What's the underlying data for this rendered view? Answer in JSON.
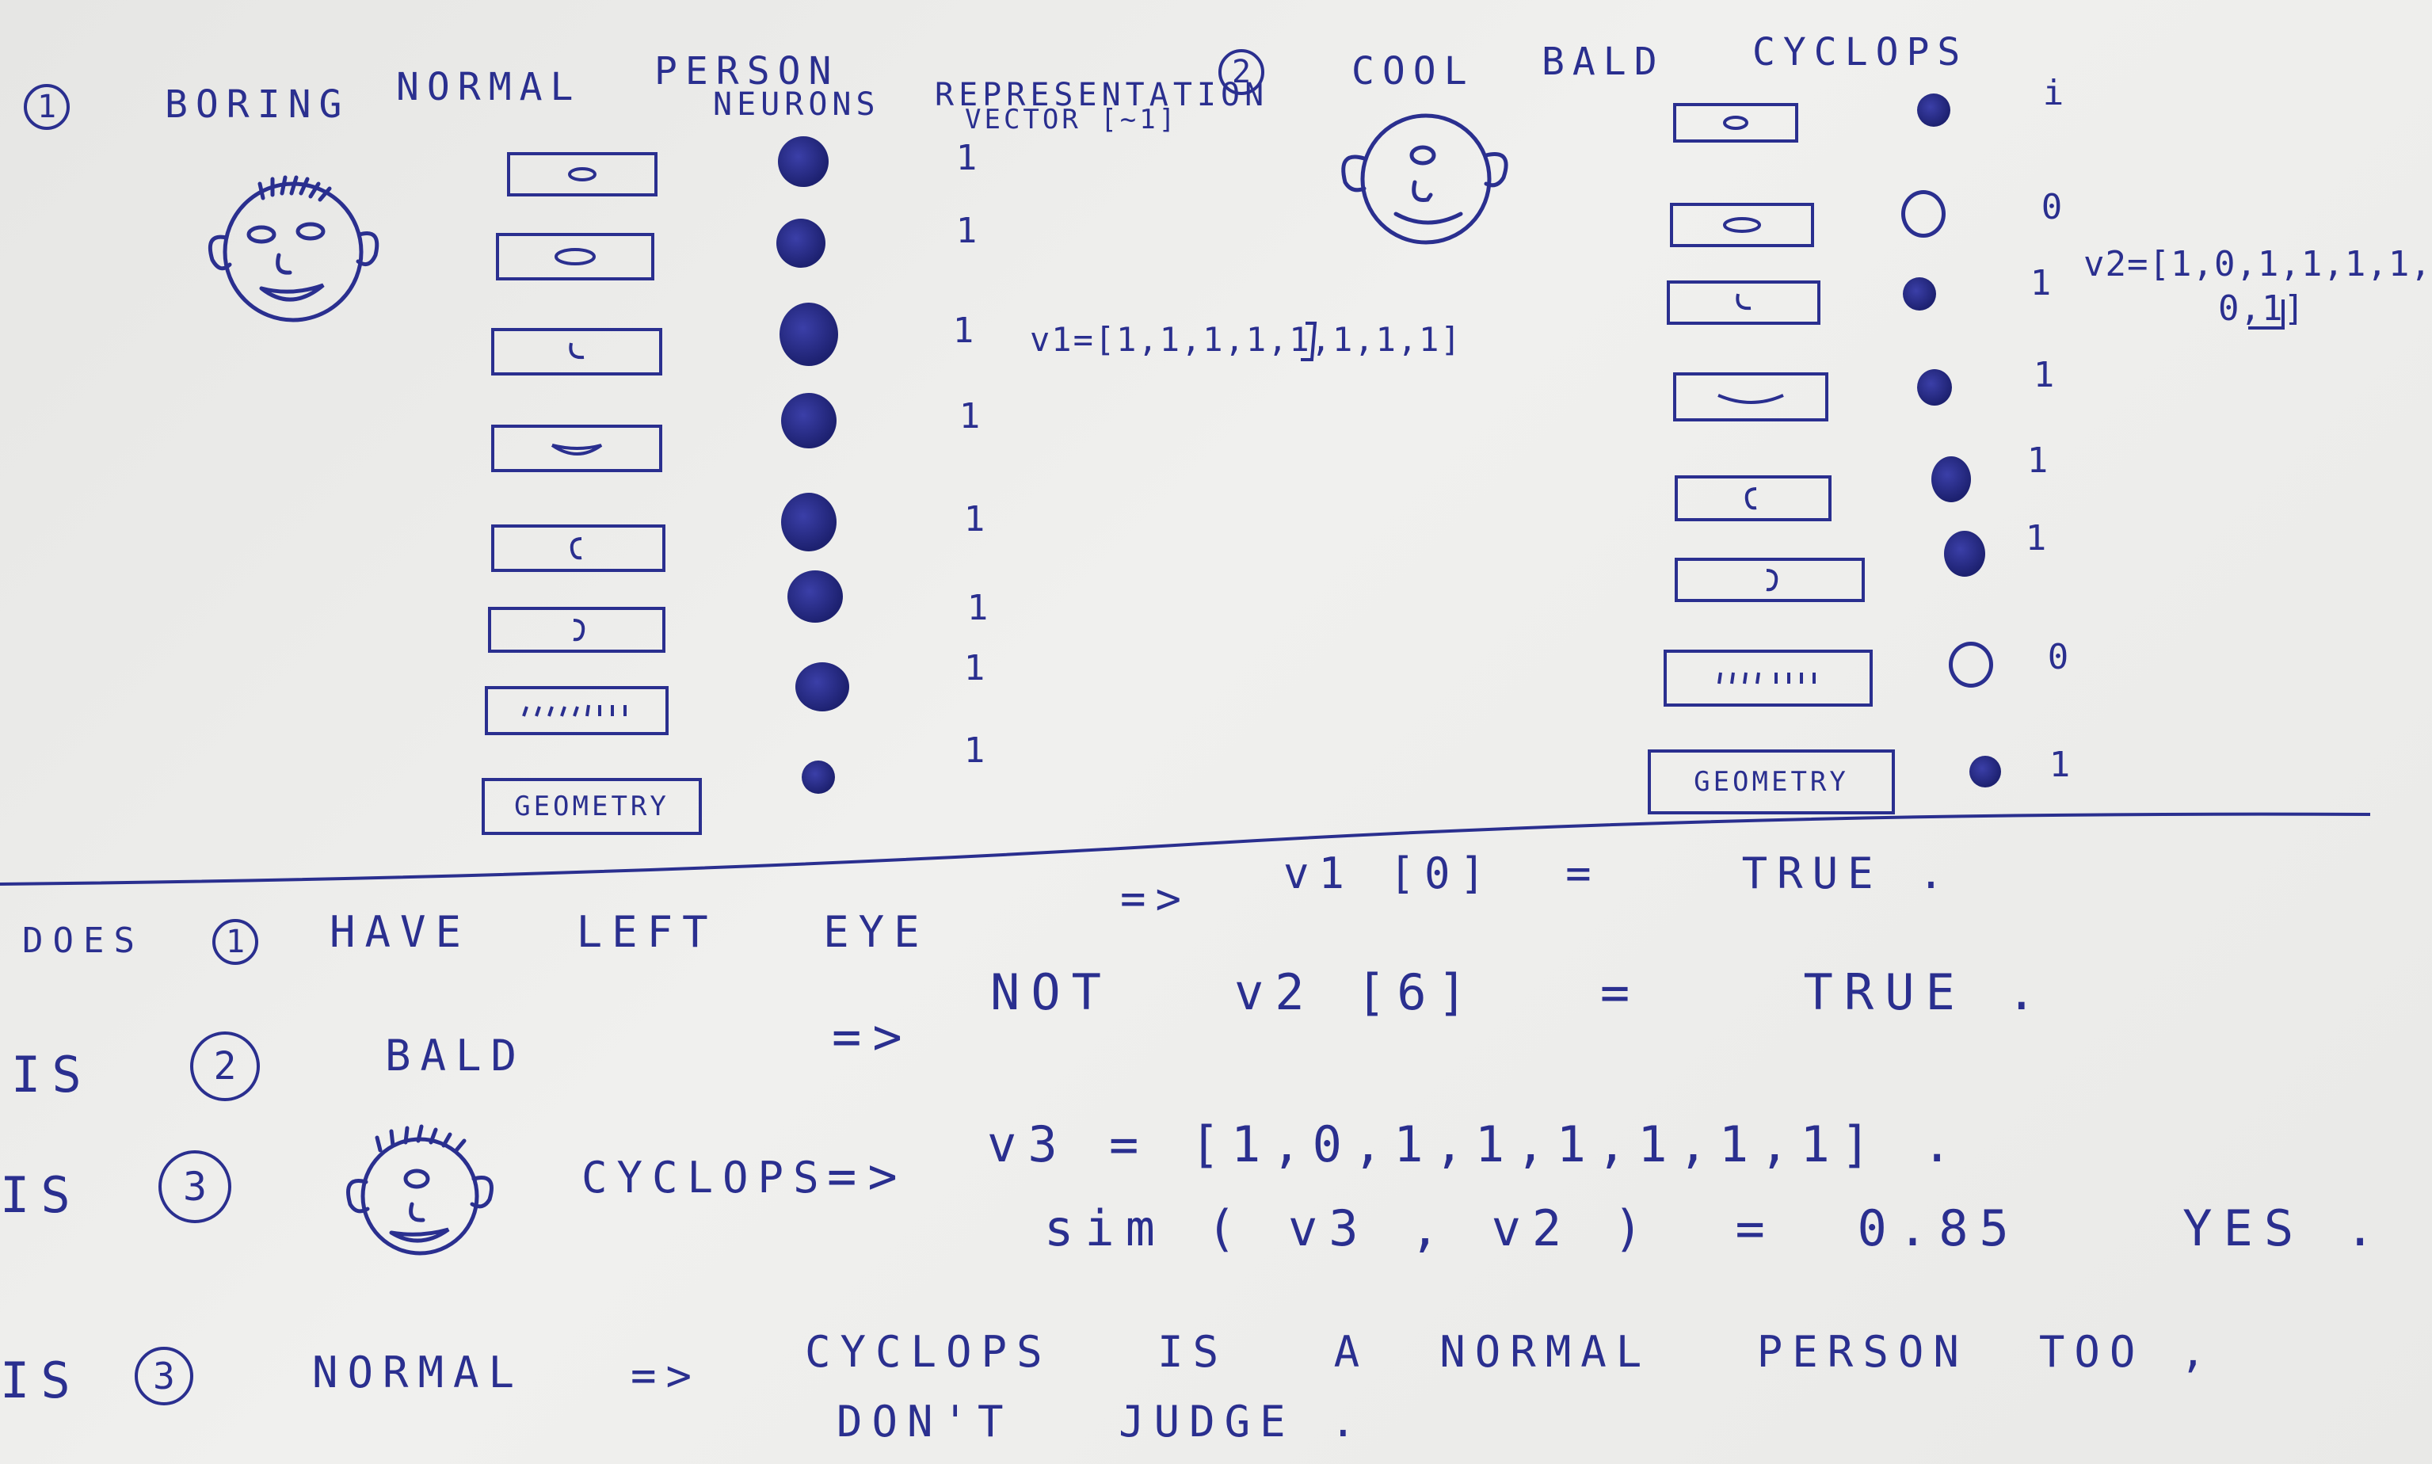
{
  "section1": {
    "number": "1",
    "title_words": [
      "BORING",
      "NORMAL",
      "PERSON"
    ],
    "neurons_label": "NEURONS",
    "representation_label": "REPRESENTATION",
    "vector_label": "VECTOR [~1]",
    "vector_text": "v1=[1,1,1,1,1,1,1,1]",
    "features": [
      "eye",
      "eye",
      "nose",
      "mouth",
      "ear",
      "ear",
      "hair",
      "GEOMETRY"
    ],
    "neurons": [
      1,
      1,
      1,
      1,
      1,
      1,
      1,
      1
    ],
    "vector_values": [
      "1",
      "1",
      "1",
      "1",
      "1",
      "1",
      "1",
      "1"
    ]
  },
  "section2": {
    "number": "2",
    "title_words": [
      "COOL",
      "BALD",
      "CYCLOPS"
    ],
    "vector_text_line1": "v2=[1,0,1,1,1,1,",
    "vector_text_line2": "0,1]",
    "features": [
      "eye",
      "eye",
      "nose",
      "mouth",
      "ear",
      "ear",
      "hair",
      "GEOMETRY"
    ],
    "neurons": [
      1,
      0,
      1,
      1,
      1,
      1,
      0,
      1
    ],
    "vector_values": [
      "i",
      "0",
      "1",
      "1",
      "1",
      "1",
      "0",
      "1"
    ]
  },
  "questions": [
    {
      "lead": "DOES",
      "num": "1",
      "text": "HAVE   LEFT   EYE",
      "arrow": "=>",
      "result": "v1 [0]  =    TRUE ."
    },
    {
      "lead": "IS",
      "num": "2",
      "text": "BALD",
      "arrow": "=>",
      "result": "NOT   v2 [6]   =    TRUE ."
    },
    {
      "lead": "IS",
      "num": "3",
      "text": "CYCLOPS",
      "arrow": "=>",
      "result": "v3 = [1,0,1,1,1,1,1,1] .",
      "result2": "sim ( v3 , v2 )  =  0.85    YES ."
    },
    {
      "lead": "IS",
      "num": "3",
      "text": "NORMAL",
      "arrow": "=>",
      "result": "CYCLOPS   IS   A  NORMAL   PERSON  TOO ,",
      "result2": "DON'T   JUDGE ."
    }
  ]
}
